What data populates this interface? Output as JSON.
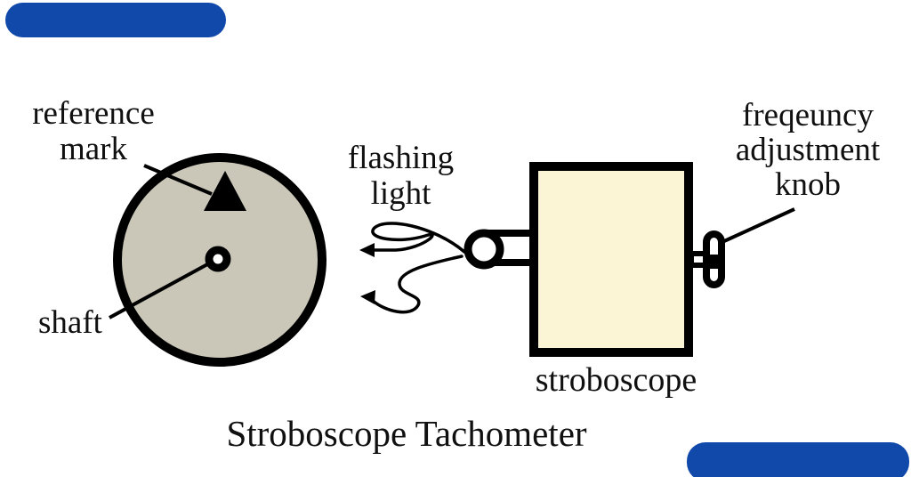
{
  "diagram": {
    "title": "Stroboscope Tachometer",
    "labels": {
      "reference_mark": [
        "reference",
        "mark"
      ],
      "shaft": "shaft",
      "flashing_light": [
        "flashing",
        "light"
      ],
      "frequency_knob": [
        "freqeuncy",
        "adjustment",
        "knob"
      ],
      "stroboscope": "stroboscope"
    },
    "components": [
      "rotating-disk",
      "reference-mark-triangle",
      "shaft-center",
      "flashing-light-beams",
      "lamp",
      "stroboscope-body",
      "frequency-adjustment-knob"
    ]
  },
  "colors": {
    "accent_blue": "#1149ab",
    "disk_fill": "#cac7b9",
    "stroboscope_fill": "#fcf5d5",
    "line_black": "#000000",
    "background": "#ffffff"
  }
}
